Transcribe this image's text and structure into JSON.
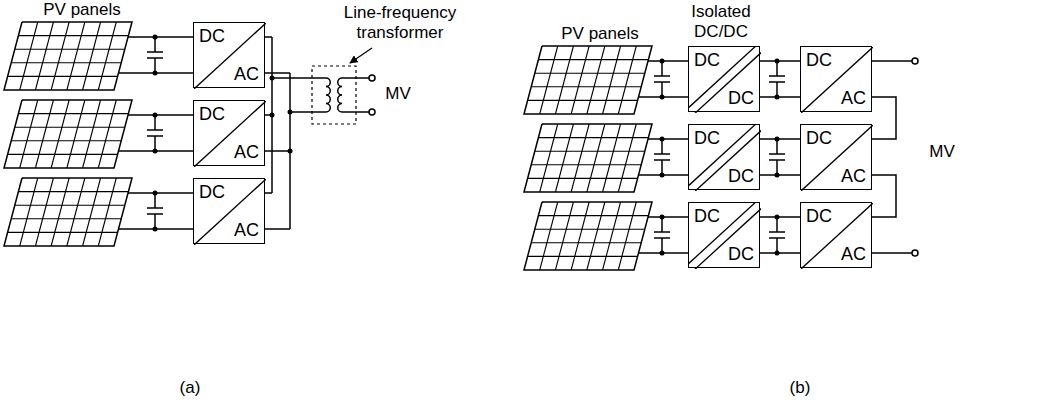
{
  "diagram": {
    "nodes": [
      {
        "text": [
          "DC",
          "AC"
        ]
      },
      {
        "text": [
          "DC",
          "AC"
        ]
      },
      {
        "text": [
          "DC",
          "AC"
        ]
      },
      {
        "text": [
          "DC",
          "DC"
        ]
      },
      {
        "text": [
          "DC",
          "AC"
        ]
      },
      {
        "text": [
          "DC",
          "DC"
        ]
      },
      {
        "text": [
          "DC",
          "AC"
        ]
      },
      {
        "text": [
          "DC",
          "DC"
        ]
      },
      {
        "text": [
          "DC",
          "AC"
        ]
      }
    ],
    "edges": [
      {
        "from": 3,
        "to": 4,
        "arrow": "none"
      },
      {
        "from": 5,
        "to": 6,
        "arrow": "none"
      },
      {
        "from": 7,
        "to": 8,
        "arrow": "none"
      },
      {
        "from": 4,
        "to": 6,
        "arrow": "none"
      },
      {
        "from": 6,
        "to": 8,
        "arrow": "none"
      }
    ],
    "labels": [
      "PV panels",
      "Line-frequency transformer",
      "MV",
      "(a)",
      "PV panels",
      "Isolated DC/DC",
      "MV",
      "(b)"
    ]
  }
}
